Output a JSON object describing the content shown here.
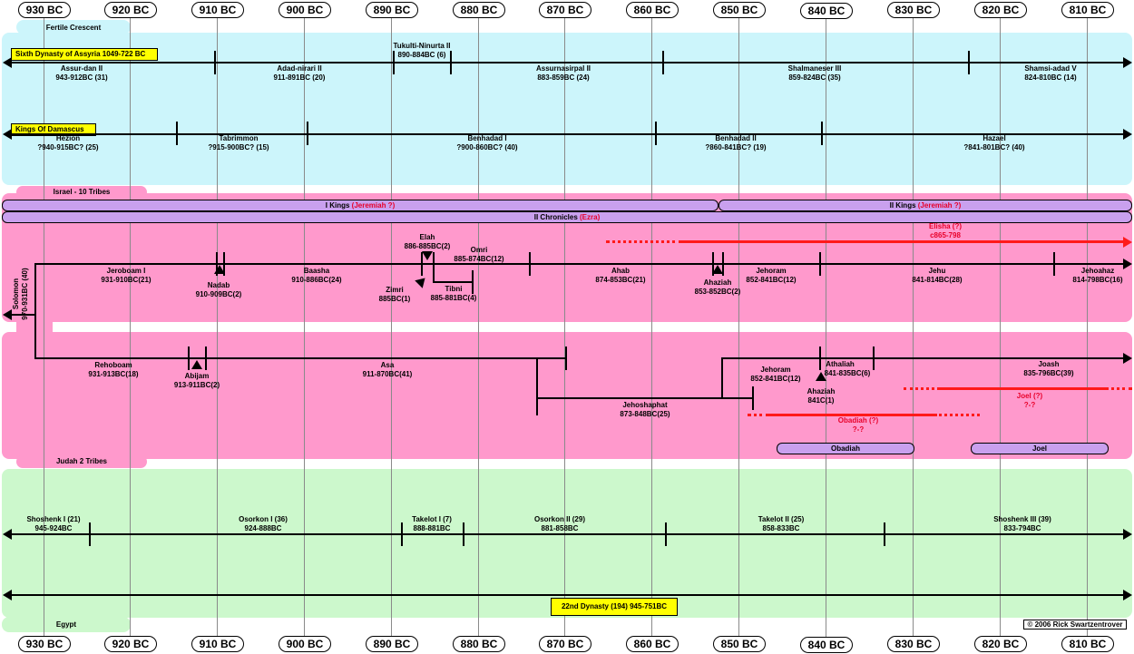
{
  "axis_ticks": [
    "930 BC",
    "920 BC",
    "910 BC",
    "900 BC",
    "890 BC",
    "880 BC",
    "870 BC",
    "860 BC",
    "850 BC",
    "840 BC",
    "830 BC",
    "820 BC",
    "810 BC"
  ],
  "regions": {
    "fertile_crescent": "Fertile Crescent",
    "israel": "Israel - 10 Tribes",
    "judah": "Judah 2 Tribes",
    "egypt": "Egypt"
  },
  "headers": {
    "assyria": "Sixth Dynasty of  Assyria 1049-722 BC",
    "damascus": "Kings Of Damascus",
    "egypt_dynasty": "22nd Dynasty (194) 945-751BC"
  },
  "assyria": [
    {
      "name": "Assur-dan II",
      "dates": "943-912BC (31)"
    },
    {
      "name": "Adad-nirari II",
      "dates": "911-891BC (20)"
    },
    {
      "name": "Tukulti-Ninurta II",
      "dates": "890-884BC (6)"
    },
    {
      "name": "Assurnasirpal II",
      "dates": "883-859BC (24)"
    },
    {
      "name": "Shalmaneser III",
      "dates": "859-824BC (35)"
    },
    {
      "name": "Shamsi-adad V",
      "dates": "824-810BC (14)"
    }
  ],
  "damascus": [
    {
      "name": "Hezion",
      "dates": "?940-915BC? (25)"
    },
    {
      "name": "Tabrimmon",
      "dates": "?915-900BC? (15)"
    },
    {
      "name": "Benhadad I",
      "dates": "?900-860BC? (40)"
    },
    {
      "name": "Benhadad II",
      "dates": "?860-841BC? (19)"
    },
    {
      "name": "Hazael",
      "dates": "?841-801BC? (40)"
    }
  ],
  "books": {
    "i_kings": "I Kings",
    "i_kings_author": "(Jeremiah ?)",
    "ii_kings": "II Kings",
    "ii_kings_author": "(Jeremiah ?)",
    "ii_chronicles": "II Chronicles",
    "ii_chronicles_author": "(Ezra)",
    "obadiah": "Obadiah",
    "joel": "Joel"
  },
  "solomon": {
    "name": "Solomon",
    "dates": "970-931BC (40)"
  },
  "israel": [
    {
      "name": "Jeroboam I",
      "dates": "931-910BC(21)"
    },
    {
      "name": "Nadab",
      "dates": "910-909BC(2)"
    },
    {
      "name": "Baasha",
      "dates": "910-886BC(24)"
    },
    {
      "name": "Elah",
      "dates": "886-885BC(2)"
    },
    {
      "name": "Zimri",
      "dates": "885BC(1)"
    },
    {
      "name": "Omri",
      "dates": "885-874BC(12)"
    },
    {
      "name": "Tibni",
      "dates": "885-881BC(4)"
    },
    {
      "name": "Ahab",
      "dates": "874-853BC(21)"
    },
    {
      "name": "Ahaziah",
      "dates": "853-852BC(2)"
    },
    {
      "name": "Jehoram",
      "dates": "852-841BC(12)"
    },
    {
      "name": "Jehu",
      "dates": "841-814BC(28)"
    },
    {
      "name": "Jehoahaz",
      "dates": "814-798BC(16)"
    }
  ],
  "judah": [
    {
      "name": "Rehoboam",
      "dates": "931-913BC(18)"
    },
    {
      "name": "Abijam",
      "dates": "913-911BC(2)"
    },
    {
      "name": "Asa",
      "dates": "911-870BC(41)"
    },
    {
      "name": "Jehoshaphat",
      "dates": "873-848BC(25)"
    },
    {
      "name": "Jehoram",
      "dates": "852-841BC(12)"
    },
    {
      "name": "Ahaziah",
      "dates": "841C(1)"
    },
    {
      "name": "Athaliah",
      "dates": "841-835BC(6)"
    },
    {
      "name": "Joash",
      "dates": "835-796BC(39)"
    }
  ],
  "prophets": [
    {
      "name": "Elisha (?)",
      "dates": "c865-798"
    },
    {
      "name": "Joel (?)",
      "dates": "?-?"
    },
    {
      "name": "Obadiah (?)",
      "dates": "?-?"
    }
  ],
  "egypt": [
    {
      "name": "Shoshenk I (21)",
      "dates": "945-924BC"
    },
    {
      "name": "Osorkon I (36)",
      "dates": "924-888BC"
    },
    {
      "name": "Takelot I (7)",
      "dates": "888-881BC"
    },
    {
      "name": "Osorkon II (29)",
      "dates": "881-858BC"
    },
    {
      "name": "Takelot II (25)",
      "dates": "858-833BC"
    },
    {
      "name": "Shoshenk III (39)",
      "dates": "833-794BC"
    }
  ],
  "copyright": "© 2006 Rick Swartzentrover",
  "colors": {
    "fertile": "#ccf5fb",
    "israel": "#ff99cc",
    "egypt": "#ccf8cc",
    "books": "#c9a0ee",
    "highlight": "#ffff00",
    "prophet": "#ff1a1a"
  }
}
